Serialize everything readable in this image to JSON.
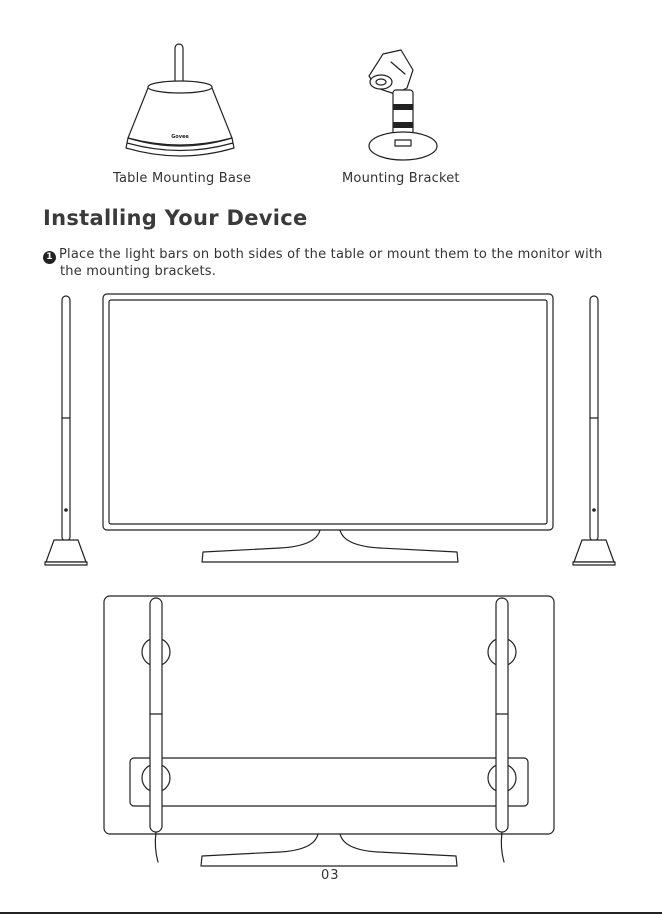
{
  "captions": {
    "base": "Table Mounting Base",
    "bracket": "Mounting Bracket"
  },
  "logo_text": "Govee",
  "heading": "Installing Your Device",
  "step1": {
    "number": "1",
    "line1": "Place the light bars on both sides of the table or mount them to the monitor with",
    "line2": "the mounting brackets."
  },
  "page_number": "03"
}
